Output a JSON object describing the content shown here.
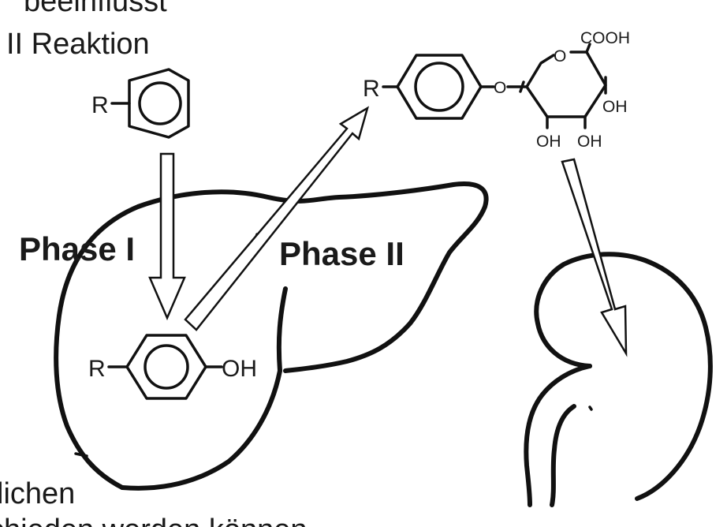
{
  "captions": {
    "top_line_1": "beeinflusst",
    "top_line_2": "II Reaktion",
    "bottom_line_1": "lichen",
    "bottom_line_2": "chieden werden können"
  },
  "phases": {
    "phase_1": "Phase I",
    "phase_2": "Phase II"
  },
  "molecules": {
    "substituent": "R",
    "hydroxyl": "OH",
    "ether_oxygen": "O",
    "ring_oxygen": "O",
    "carboxyl": "COOH",
    "sugar_oh_right": "OH",
    "sugar_oh_bottom_left": "OH",
    "sugar_oh_bottom_right": "OH"
  },
  "icons": [
    "liver-outline",
    "kidney-outline",
    "benzene-ring",
    "glucuronide-ring",
    "hollow-arrow"
  ]
}
